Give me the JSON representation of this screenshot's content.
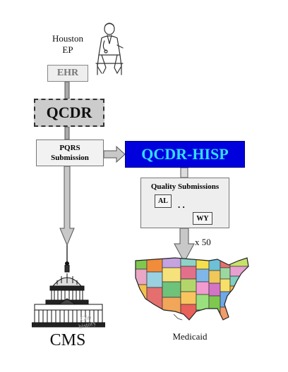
{
  "diagram": {
    "ep_label_line1": "Houston",
    "ep_label_line2": "EP",
    "ehr": "EHR",
    "qcdr": "QCDR",
    "pqrs_line1": "PQRS",
    "pqrs_line2": "Submission",
    "qcdr_hisp": "QCDR-HISP",
    "quality_submissions": "Quality Submissions",
    "state_first": "AL",
    "ellipsis": ". .",
    "state_last": "WY",
    "multiplier": "x 50",
    "cms": "CMS",
    "medicaid": "Medicaid",
    "watermark_line1": "Clip",
    "watermark_line2": "history"
  },
  "colors": {
    "hisp_fill": "#0000dd",
    "hisp_text": "#33ddff",
    "box_fill": "#eeeeee",
    "qcdr_fill": "#cccccc",
    "arrow_fill": "#c8c8c8",
    "arrow_stroke": "#555555"
  }
}
